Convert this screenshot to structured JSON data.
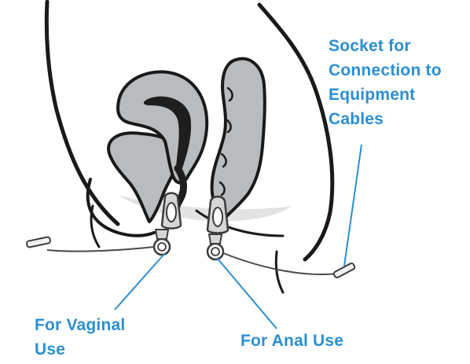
{
  "labels": {
    "socket": [
      "Socket for",
      "Connection to",
      "Equipment",
      "Cables"
    ],
    "vaginal": [
      "For Vaginal",
      "Use"
    ],
    "anal": [
      "For Anal Use"
    ]
  },
  "colors": {
    "label_blue": "#2a8fd4",
    "organ_fill": "#b9bcbe",
    "outline": "#1a1a1a",
    "floor_shadow": "#d6d8d9",
    "probe_stroke": "#3c3c3c"
  },
  "icons": {
    "vaginal_probe": "vaginal-probe-icon",
    "anal_probe": "anal-probe-icon",
    "socket": "socket-connector-icon"
  }
}
